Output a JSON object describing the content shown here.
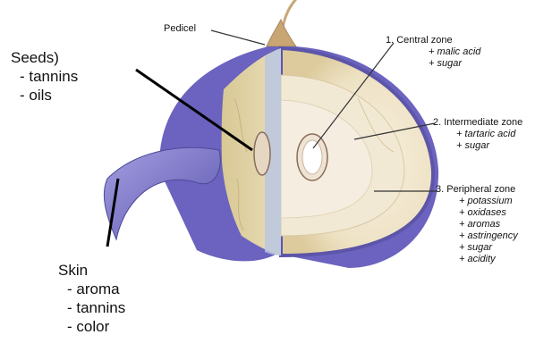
{
  "labels": {
    "pedicel": "Pedicel",
    "seeds": {
      "title": "Seeds)",
      "items": [
        "- tannins",
        "- oils"
      ]
    },
    "skin": {
      "title": "Skin",
      "items": [
        "- aroma",
        "- tannins",
        "- color"
      ]
    },
    "central_zone": {
      "title": "1. Central zone",
      "items": [
        "+ malic acid",
        "+ sugar"
      ]
    },
    "intermediate_zone": {
      "title": "2. Intermediate zone",
      "items": [
        "+ tartaric acid",
        "+ sugar"
      ]
    },
    "peripheral_zone": {
      "title": "3. Peripheral zone",
      "items": [
        "+ potassium",
        "+ oxidases",
        "+ aromas",
        "+ astringency",
        "+ sugar",
        "+ acidity"
      ]
    }
  },
  "colors": {
    "skin_purple": "#7d75c9",
    "skin_dark": "#5c55a8",
    "flesh_outer": "#e7dab5",
    "flesh_inner": "#f1e8d2",
    "seed": "#efe3d3",
    "stem": "#c9a877"
  }
}
